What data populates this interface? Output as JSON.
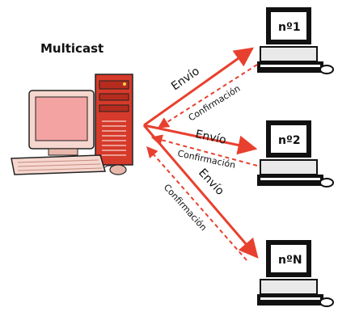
{
  "title": "Multicast",
  "send_label": "Envío",
  "confirm_label": "Confirmación",
  "receivers": [
    {
      "badge": "nº1"
    },
    {
      "badge": "nº2"
    },
    {
      "badge": "nºN"
    }
  ],
  "colors": {
    "arrow": "#e8402e",
    "monitor_screen": "#f4a3a3",
    "server_case": "#d63a2a",
    "outline": "#222222"
  }
}
